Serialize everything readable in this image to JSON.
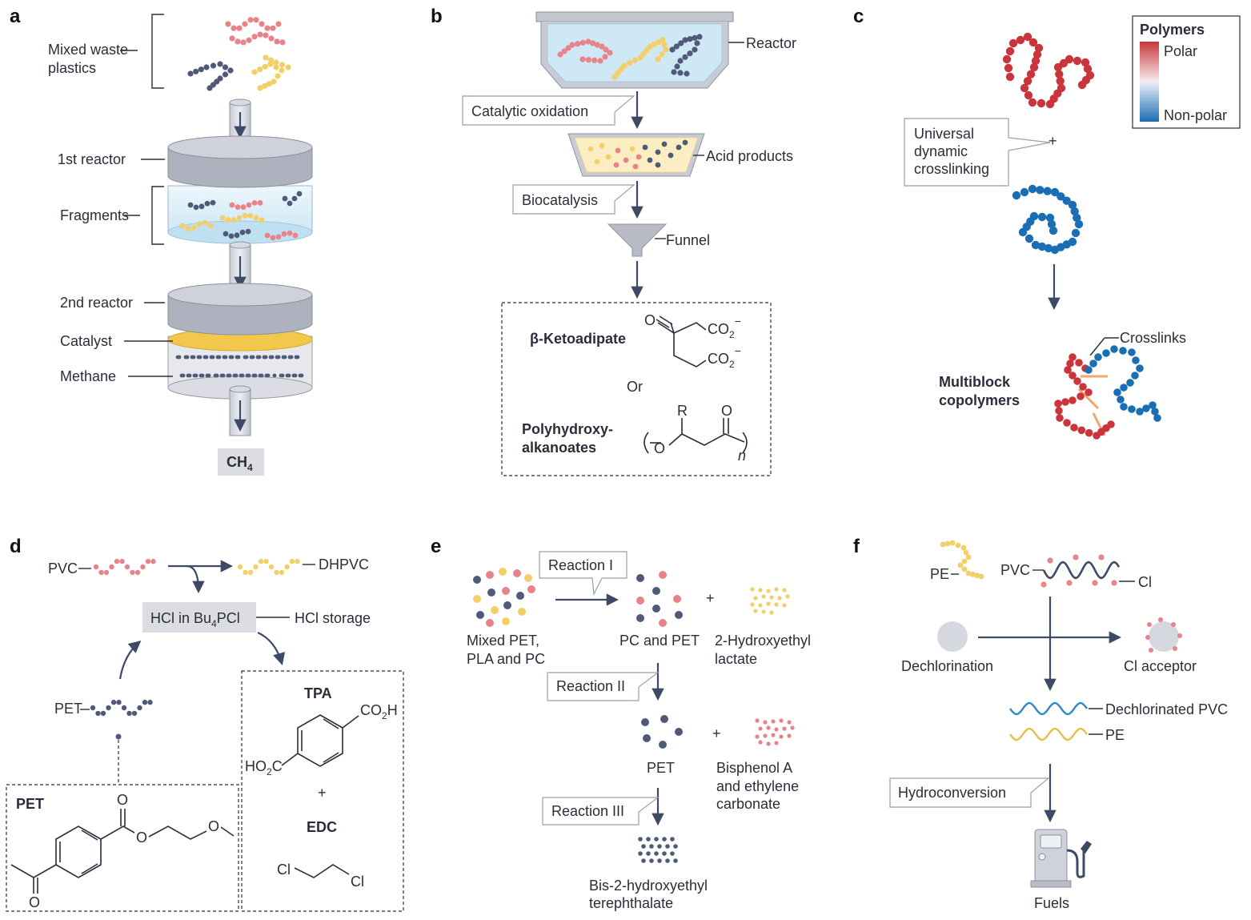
{
  "colors": {
    "pink": "#e8838a",
    "slate": "#4f5a78",
    "yellow": "#f2cf68",
    "polar_red": "#c9353b",
    "nonpolar_blue": "#1a6eb3",
    "reactor_gray": "#b9bcc6",
    "liquid_blue": "#cde8f5",
    "wave_blue": "#2a8cc4",
    "wave_yellow": "#e2c04a"
  },
  "panel_a": {
    "letter": "a",
    "mixed_waste": [
      "Mixed waste",
      "plastics"
    ],
    "first_reactor": "1st reactor",
    "fragments": "Fragments",
    "second_reactor": "2nd reactor",
    "catalyst": "Catalyst",
    "methane": "Methane",
    "product": "CH",
    "product_sub": "4"
  },
  "panel_b": {
    "letter": "b",
    "reactor": "Reactor",
    "step1": "Catalytic oxidation",
    "acid_products": "Acid products",
    "step2": "Biocatalysis",
    "funnel": "Funnel",
    "product1": "β-Ketoadipate",
    "or": "Or",
    "product2": [
      "Polyhydroxy-",
      "alkanoates"
    ],
    "co2": "CO",
    "sub2": "2",
    "minus": "−",
    "atom_o": "O",
    "atom_r": "R",
    "sub_n": "n"
  },
  "panel_c": {
    "letter": "c",
    "legend_title": "Polymers",
    "legend_polar": "Polar",
    "legend_nonpolar": "Non-polar",
    "crosslink_label": [
      "Universal",
      "dynamic",
      "crosslinking"
    ],
    "plus": "+",
    "crosslinks": "Crosslinks",
    "product": [
      "Multiblock",
      "copolymers"
    ]
  },
  "panel_d": {
    "letter": "d",
    "pvc": "PVC",
    "dhpvc": "DHPVC",
    "hcl_box": "HCl in Bu",
    "hcl_sub": "4",
    "hcl_box_end": "PCl",
    "hcl_storage": "HCl storage",
    "pet": "PET",
    "tpa": "TPA",
    "co2h": "CO",
    "co2h_sub": "2",
    "co2h_end": "H",
    "ho2c": "HO",
    "ho2c_sub": "2",
    "ho2c_end": "C",
    "plus": "+",
    "edc": "EDC",
    "cl": "Cl",
    "atom_o": "O",
    "pet_label": "PET"
  },
  "panel_e": {
    "letter": "e",
    "reaction1": "Reaction I",
    "mixed": [
      "Mixed PET,",
      "PLA and PC"
    ],
    "pc_pet": "PC and PET",
    "plus": "+",
    "hel": [
      "2-Hydroxyethyl",
      "lactate"
    ],
    "reaction2": "Reaction II",
    "pet": "PET",
    "bpa": [
      "Bisphenol A",
      "and ethylene",
      "carbonate"
    ],
    "reaction3": "Reaction III",
    "bhet": [
      "Bis-2-hydroxyethyl",
      "terephthalate"
    ]
  },
  "panel_f": {
    "letter": "f",
    "pe": "PE",
    "pvc": "PVC",
    "cl": "Cl",
    "dechlorination": "Dechlorination",
    "cl_acceptor": "Cl acceptor",
    "dechlorinated_pvc": "Dechlorinated PVC",
    "pe2": "PE",
    "hydroconversion": "Hydroconversion",
    "fuels": "Fuels"
  }
}
